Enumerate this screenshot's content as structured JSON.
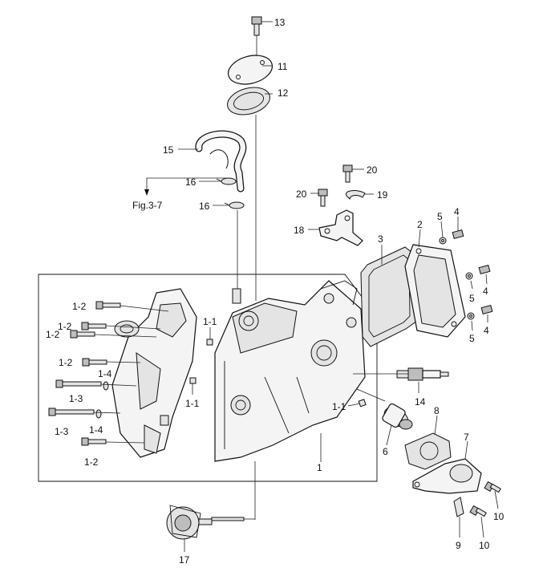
{
  "figure_ref": "Fig.3-7",
  "labels": {
    "p13": "13",
    "p11": "11",
    "p12": "12",
    "p15": "15",
    "p16a": "16",
    "p16b": "16",
    "p20a": "20",
    "p20b": "20",
    "p19": "19",
    "p18": "18",
    "p3": "3",
    "p2": "2",
    "p5a": "5",
    "p4a": "4",
    "p5b": "5",
    "p4b": "4",
    "p5c": "5",
    "p4c": "4",
    "p1_1a": "1-1",
    "p1_1b": "1-1",
    "p1_1c": "1-1",
    "p1_2a": "1-2",
    "p1_2b": "1-2",
    "p1_2c": "1-2",
    "p1_2d": "1-2",
    "p1_2e": "1-2",
    "p1_4a": "1-4",
    "p1_4b": "1-4",
    "p1_3a": "1-3",
    "p1_3b": "1-3",
    "p14": "14",
    "p8": "8",
    "p7": "7",
    "p6": "6",
    "p1": "1",
    "p10a": "10",
    "p10b": "10",
    "p9": "9",
    "p17": "17"
  }
}
